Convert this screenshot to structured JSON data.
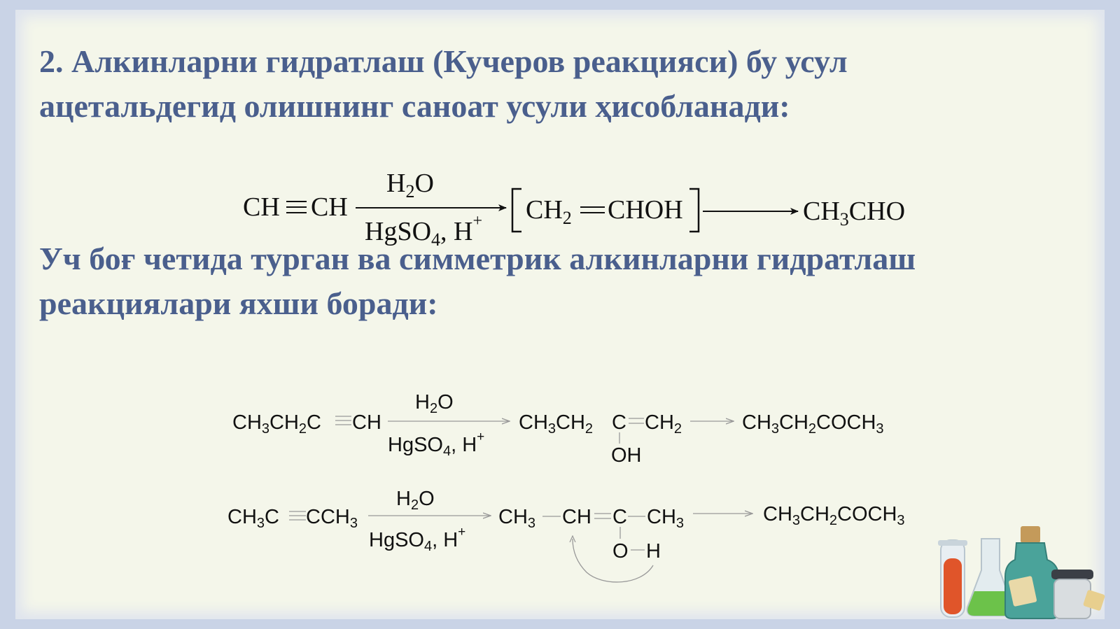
{
  "heading1": {
    "line1": "2. Алкинларни гидратлаш (Кучеров реакцияси) бу усул",
    "line2": "ацетальдегид олишнинг саноат усули ҳисобланади:"
  },
  "heading2": {
    "line1": "Уч боғ четида турган ва симметрик алкинларни гидратлаш",
    "line2": "реакциялари яхши боради:"
  },
  "reaction1": {
    "reactant": [
      "CH",
      "CH"
    ],
    "conditions_top": [
      "H",
      "2",
      "O"
    ],
    "conditions_bottom": [
      "HgSO",
      "4",
      ", H",
      "+"
    ],
    "intermediate": [
      "CH",
      "2",
      "CHOH"
    ],
    "product": [
      "CH",
      "3",
      "CHO"
    ]
  },
  "reaction2": {
    "reactant": [
      "CH",
      "3",
      "CH",
      "2",
      "C",
      "CH"
    ],
    "conditions_top": [
      "H",
      "2",
      "O"
    ],
    "conditions_bottom": [
      "HgSO",
      "4",
      ", H",
      "+"
    ],
    "intermediate": [
      "CH",
      "3",
      "CH",
      "2",
      "C",
      "CH",
      "2"
    ],
    "intermediate_sub": "OH",
    "product": [
      "CH",
      "3",
      "CH",
      "2",
      "COCH",
      "3"
    ]
  },
  "reaction3": {
    "reactant": [
      "CH",
      "3",
      "C",
      "CCH",
      "3"
    ],
    "conditions_top": [
      "H",
      "2",
      "O"
    ],
    "conditions_bottom": [
      "HgSO",
      "4",
      ", H",
      "+"
    ],
    "intermediate": [
      "CH",
      "3",
      "CH",
      "C",
      "CH",
      "3"
    ],
    "intermediate_sub": [
      "O",
      "H"
    ],
    "product": [
      "CH",
      "3",
      "CH",
      "2",
      "COCH",
      "3"
    ]
  },
  "decoration": {
    "icon": "lab-flasks-icon",
    "colors": {
      "heading": "#4a5f8d",
      "background": "#f4f6ea",
      "frame": "#c9d3e6"
    }
  }
}
